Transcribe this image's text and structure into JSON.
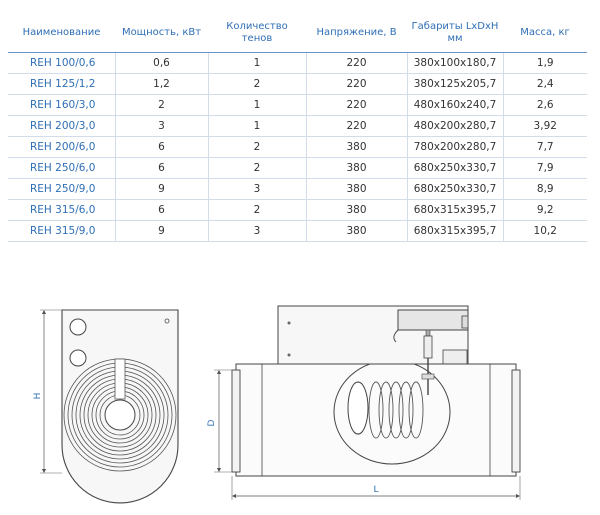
{
  "table": {
    "headers": {
      "name": "Наименование",
      "power": "Мощность, кВт",
      "count_line1": "Количество",
      "count_line2": "тенов",
      "voltage": "Напряжение, В",
      "dims_line1": "Габариты LxDxH",
      "dims_line2": "мм",
      "mass": "Масса, кг"
    },
    "rows": [
      {
        "name": "REH 100/0,6",
        "power": "0,6",
        "count": "1",
        "voltage": "220",
        "dims": "380x100x180,7",
        "mass": "1,9"
      },
      {
        "name": "REH 125/1,2",
        "power": "1,2",
        "count": "2",
        "voltage": "220",
        "dims": "380x125x205,7",
        "mass": "2,4"
      },
      {
        "name": "REH 160/3,0",
        "power": "2",
        "count": "1",
        "voltage": "220",
        "dims": "480x160x240,7",
        "mass": "2,6"
      },
      {
        "name": "REH 200/3,0",
        "power": "3",
        "count": "1",
        "voltage": "220",
        "dims": "480x200x280,7",
        "mass": "3,92"
      },
      {
        "name": "REH 200/6,0",
        "power": "6",
        "count": "2",
        "voltage": "380",
        "dims": "780x200x280,7",
        "mass": "7,7"
      },
      {
        "name": "REH 250/6,0",
        "power": "6",
        "count": "2",
        "voltage": "380",
        "dims": "680x250x330,7",
        "mass": "7,9"
      },
      {
        "name": "REH 250/9,0",
        "power": "9",
        "count": "3",
        "voltage": "380",
        "dims": "680x250x330,7",
        "mass": "8,9"
      },
      {
        "name": "REH 315/6,0",
        "power": "6",
        "count": "2",
        "voltage": "380",
        "dims": "680x315x395,7",
        "mass": "9,2"
      },
      {
        "name": "REH 315/9,0",
        "power": "9",
        "count": "3",
        "voltage": "380",
        "dims": "680x315x395,7",
        "mass": "10,2"
      }
    ]
  },
  "drawing": {
    "label_h": "H",
    "label_d": "D",
    "label_l": "L"
  }
}
